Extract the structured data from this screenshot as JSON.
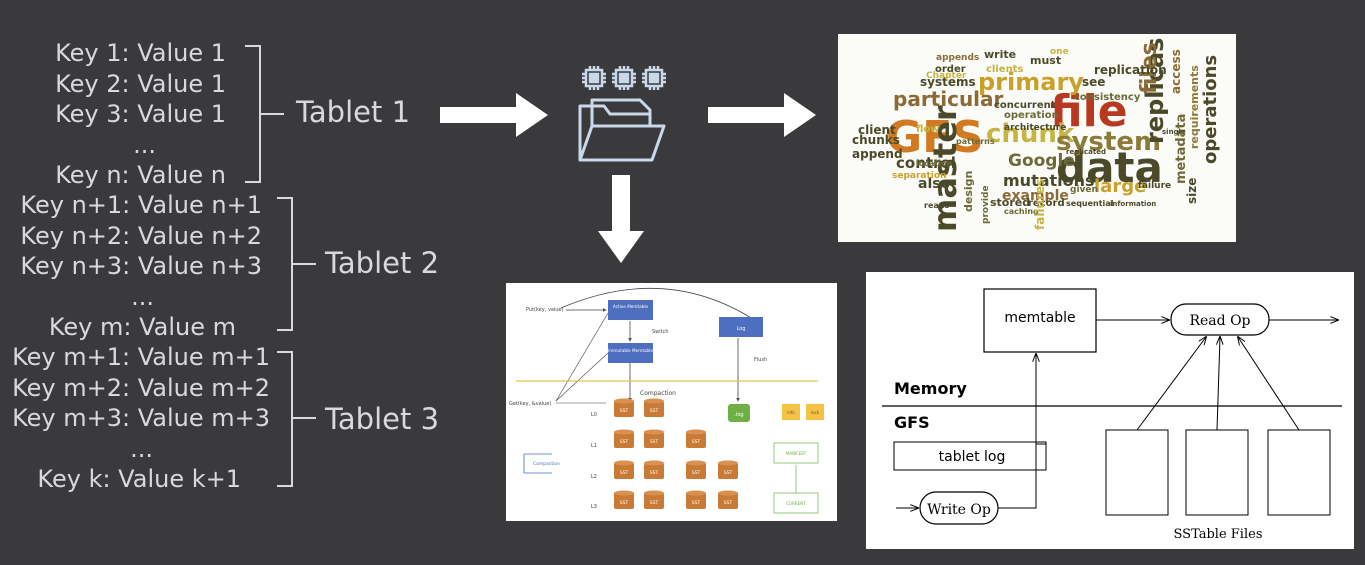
{
  "tablets": [
    {
      "name": "Tablet 1",
      "rows": [
        "Key 1: Value 1",
        "Key 2: Value 1",
        "Key 3: Value 1",
        "...",
        "Key n: Value n"
      ]
    },
    {
      "name": "Tablet 2",
      "rows": [
        "Key n+1: Value n+1",
        "Key n+2: Value n+2",
        "Key n+3: Value n+3",
        "...",
        "Key m: Value m"
      ]
    },
    {
      "name": "Tablet 3",
      "rows": [
        "Key m+1: Value m+1",
        "Key m+2: Value m+2",
        "Key m+3: Value m+3",
        "...",
        "Key k: Value k+1"
      ]
    }
  ],
  "colors": {
    "background": "#3a3a3c",
    "text": "#d9d9dc",
    "arrow": "#ffffff",
    "icon": "#c9d8ea"
  },
  "icons": {
    "processors": "cpu-chip-icon",
    "storage": "open-folder-icon"
  },
  "word_cloud": {
    "words": [
      "file",
      "GFS",
      "data",
      "chunk",
      "system",
      "master",
      "primary",
      "replicas",
      "files",
      "particular",
      "Google",
      "mutations",
      "operations",
      "large",
      "control",
      "example",
      "replication",
      "metadata",
      "requirements",
      "clients",
      "consistency",
      "access",
      "must",
      "write",
      "order",
      "appends",
      "systems",
      "chunks",
      "client",
      "append",
      "also",
      "design",
      "concurrent",
      "operation",
      "architecture",
      "stored",
      "record",
      "caching",
      "reads",
      "location",
      "separation",
      "patterns",
      "flow",
      "failure",
      "size",
      "sequential",
      "information",
      "provide",
      "Chapter",
      "see",
      "given",
      "one",
      "replicated",
      "failures",
      "single"
    ]
  },
  "lsm": {
    "put": "Put(key, value)",
    "get": "Get(key, &value)",
    "active_memtable": "Active Memtable",
    "immutable_memtable": "Immutable Memtable",
    "log": "Log",
    "switch": "Switch",
    "flush": "Flush",
    "compaction": "Compaction",
    "compaction_box": "Compaction",
    "levels": [
      "L0",
      "L1",
      "L2",
      "L3"
    ],
    "sst": "SST",
    "log_file": ".log",
    "small_files": [
      "info",
      "lock"
    ],
    "manifest": "MANIFEST",
    "current": "CURRENT"
  },
  "bigtable": {
    "memtable": "memtable",
    "read_op": "Read Op",
    "memory": "Memory",
    "gfs": "GFS",
    "tablet_log": "tablet log",
    "write_op": "Write Op",
    "sstable_files": "SSTable Files"
  }
}
